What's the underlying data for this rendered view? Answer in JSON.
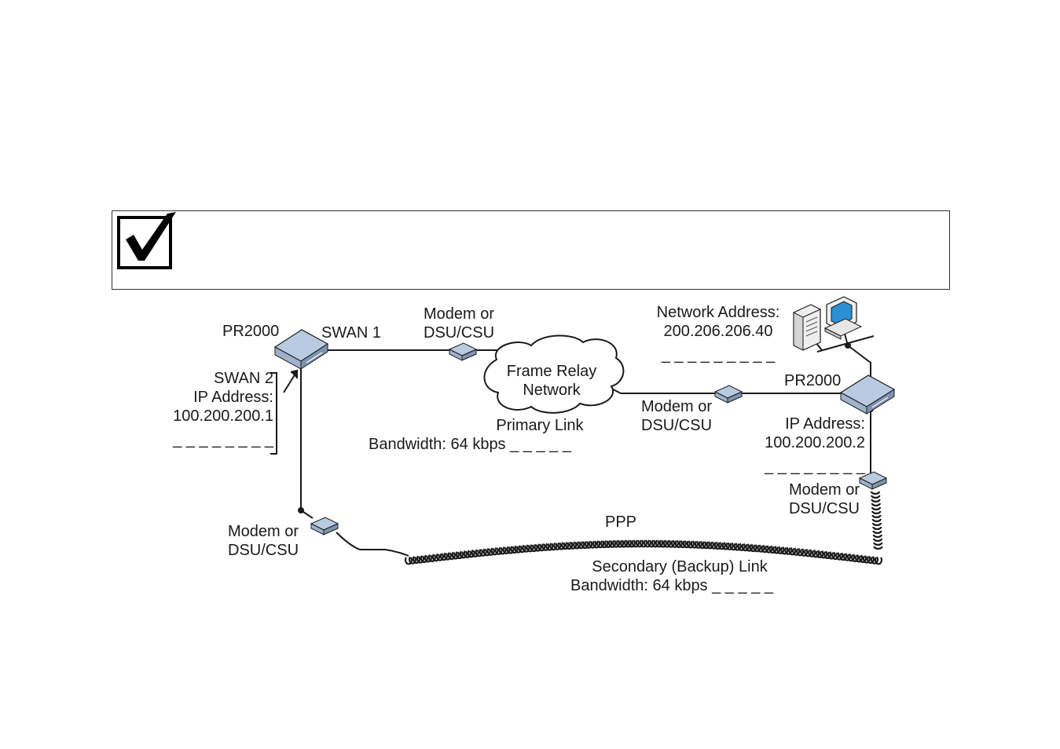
{
  "note_box": {
    "icon": "checkmark-icon"
  },
  "labels": {
    "left_router": "PR2000",
    "swan1": "SWAN 1",
    "swan2": "SWAN 2",
    "left_ip_label": "IP Address:",
    "left_ip": "100.200.200.1",
    "left_ip_blank": "_ _ _ _ _ _ _ _",
    "top_modem_line1": "Modem or",
    "top_modem_line2": "DSU/CSU",
    "cloud_line1": "Frame Relay",
    "cloud_line2": "Network",
    "primary_link": "Primary Link",
    "primary_bandwidth": "Bandwidth: 64 kbps _ _ _ _ _",
    "network_address_label": "Network Address:",
    "network_address": "200.206.206.40",
    "network_address_blank": "_ _ _ _ _ _ _ _ _",
    "right_router": "PR2000",
    "mid_modem_line1": "Modem or",
    "mid_modem_line2": "DSU/CSU",
    "right_ip_label": "IP Address:",
    "right_ip": "100.200.200.2",
    "right_ip_blank": "_ _ _ _ _ _ _ _",
    "right_modem_line1": "Modem or",
    "right_modem_line2": "DSU/CSU",
    "left_modem_line1": "Modem or",
    "left_modem_line2": "DSU/CSU",
    "ppp": "PPP",
    "secondary_link": "Secondary (Backup) Link",
    "secondary_bandwidth": "Bandwidth: 64 kbps _ _ _ _ _"
  },
  "colors": {
    "device_top": "#b9cbe0",
    "device_side": "#7d93b0",
    "line": "#1a1a1a"
  }
}
